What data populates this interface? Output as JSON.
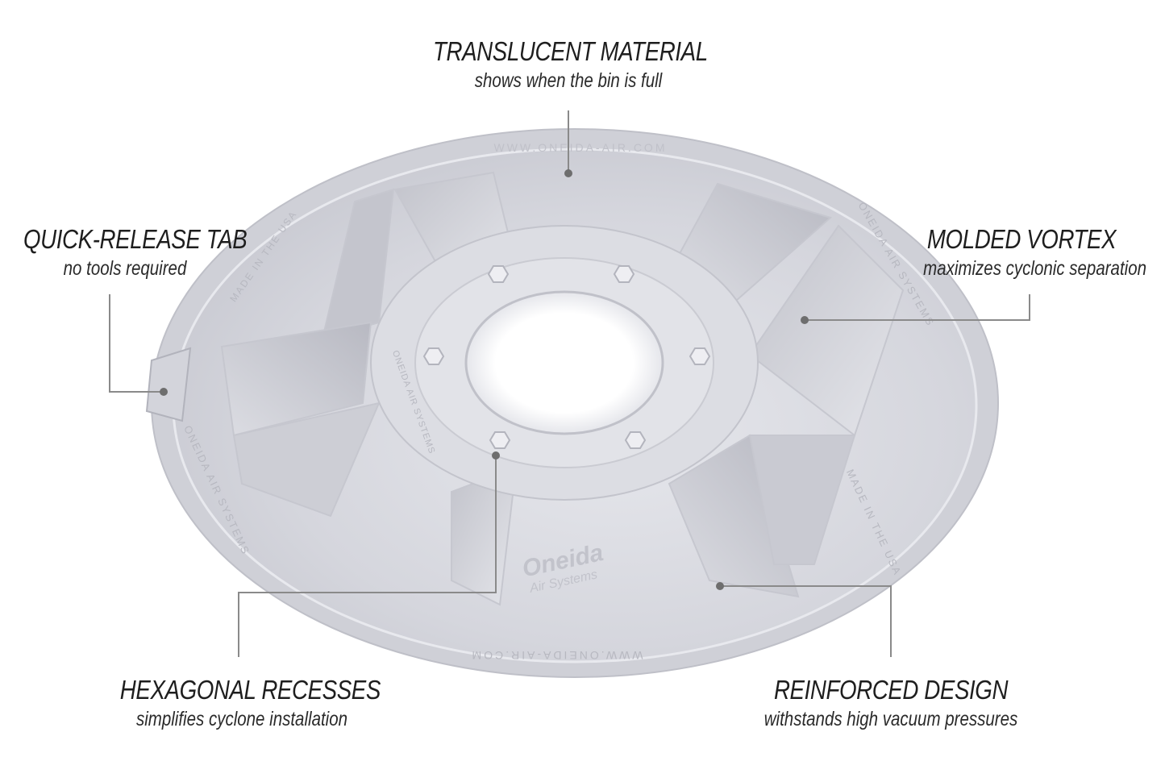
{
  "callouts": {
    "translucent": {
      "title": "TRANSLUCENT MATERIAL",
      "subtitle": "shows when the bin is full"
    },
    "quick_release": {
      "title": "QUICK-RELEASE TAB",
      "subtitle": "no tools required"
    },
    "vortex": {
      "title": "MOLDED VORTEX",
      "subtitle": "maximizes cyclonic separation"
    },
    "hexagonal": {
      "title": "HEXAGONAL RECESSES",
      "subtitle": "simplifies cyclone installation"
    },
    "reinforced": {
      "title": "REINFORCED DESIGN",
      "subtitle": "withstands high vacuum pressures"
    }
  },
  "product": {
    "rim_text_top": "WWW.ONEIDA-AIR.COM",
    "rim_text_bottom": "WWW.ONEIDA-AIR.COM",
    "rim_text_left": "ONEIDA AIR SYSTEMS",
    "rim_text_right": "ONEIDA AIR SYSTEMS",
    "made_in_left": "MADE IN THE USA",
    "made_in_right": "MADE IN THE USA",
    "inner_ring_text": "ONEIDA AIR SYSTEMS",
    "brand_logo": "Oneida",
    "brand_logo_sub": "Air Systems"
  },
  "colors": {
    "plastic": "#d9dae0",
    "plastic_dark": "#b9bac3",
    "plastic_light": "#eeeef2",
    "leader_line": "#8a8a8a",
    "text": "#1e1e1e"
  }
}
